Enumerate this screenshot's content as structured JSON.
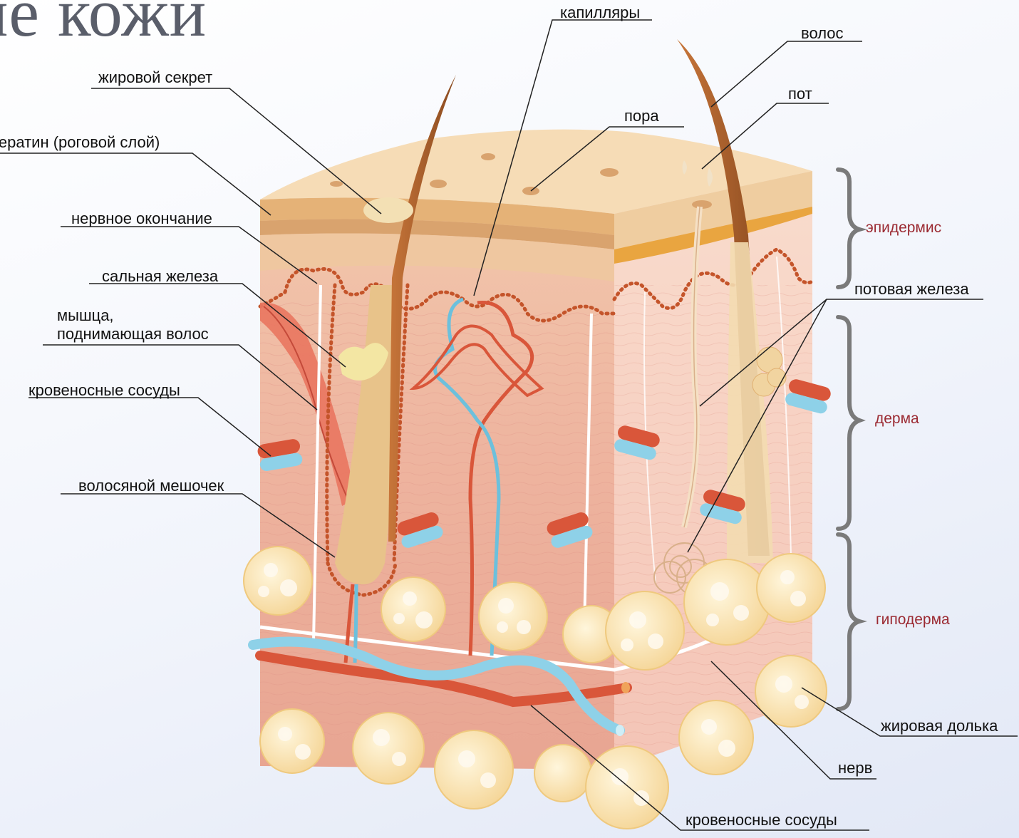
{
  "title": "ие кожи",
  "labels": {
    "fat_secretion": "жировой секрет",
    "keratin": "кератин (роговой слой)",
    "nerve_ending": "нервное окончание",
    "sebaceous_gland": "сальная железа",
    "muscle_line1": "мышца,",
    "muscle_line2": "поднимающая волос",
    "blood_vessels_left": "кровеносные сосуды",
    "hair_follicle": "волосяной мешочек",
    "capillaries": "капилляры",
    "pore": "пора",
    "hair": "волос",
    "sweat": "пот",
    "sweat_gland": "потовая железа",
    "fat_lobule": "жировая долька",
    "nerve": "нерв",
    "blood_vessels_bottom": "кровеносные сосуды"
  },
  "layers": {
    "epidermis": "эпидермис",
    "dermis": "дерма",
    "hypodermis": "гиподерма"
  },
  "colors": {
    "label_line": "#222222",
    "layer_text": "#9b2a32",
    "bracket": "#7a7a7a",
    "artery": "#d9563a",
    "vein": "#6cc0dc",
    "fat": "#f6dca0"
  }
}
